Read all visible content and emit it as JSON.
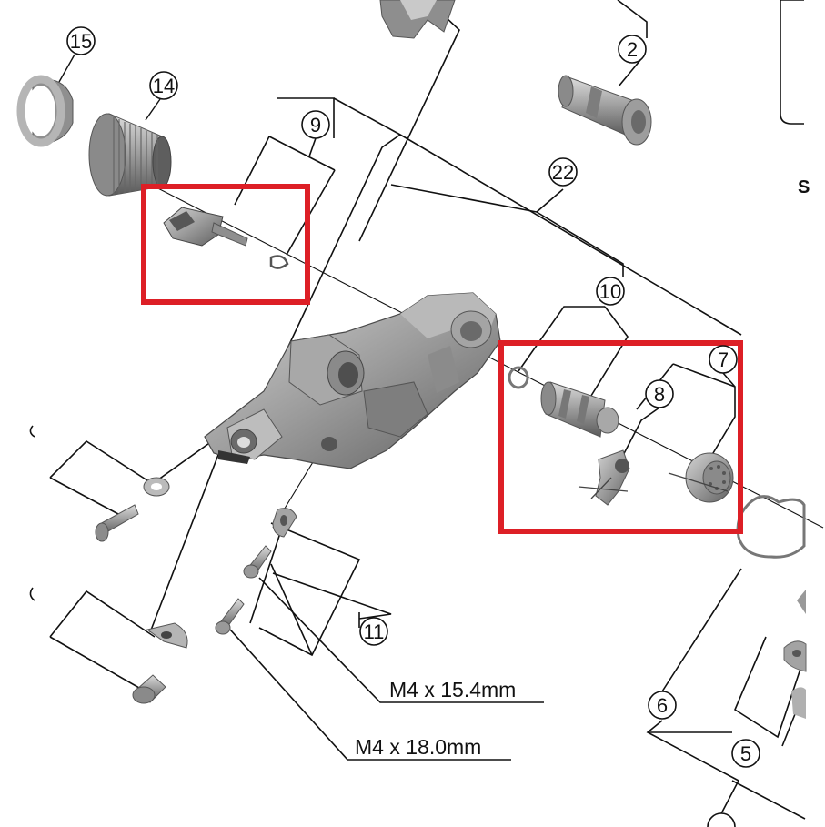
{
  "diagram": {
    "callouts": {
      "c15": "15",
      "c14": "14",
      "c9": "9",
      "c2": "2",
      "c22": "22",
      "c10": "10",
      "c7": "7",
      "c8": "8",
      "c11": "11",
      "c6": "6",
      "c5": "5"
    },
    "dimensions": {
      "short_screw": "M4 x 15.4mm",
      "long_screw": "M4 x 18.0mm"
    },
    "edge_text": "S",
    "colors": {
      "highlight": "#dd1f26",
      "part_fill": "#9a9a9a",
      "part_shadow": "#6e6e6e",
      "part_light": "#c9c9c9",
      "line": "#111111"
    }
  }
}
